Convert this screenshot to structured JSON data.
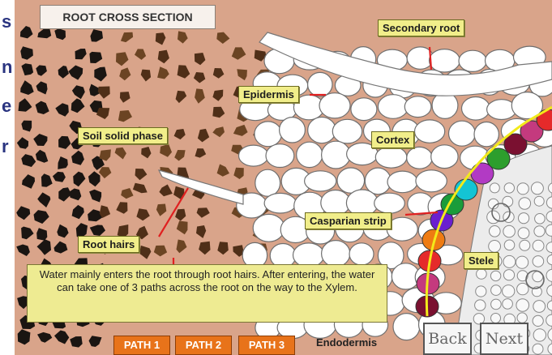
{
  "title": "ROOT CROSS SECTION",
  "labels": {
    "secondary_root": "Secondary root",
    "epidermis": "Epidermis",
    "cortex": "Cortex",
    "soil_solid_phase": "Soil solid phase",
    "casparian_strip": "Casparian strip",
    "root_hairs": "Root hairs",
    "stele": "Stele",
    "endodermis": "Endodermis"
  },
  "info_text": "Water mainly enters the root through root hairs. After entering, the water can take one of 3 paths across the root on the way to the Xylem.",
  "paths": [
    "PATH 1",
    "PATH 2",
    "PATH 3"
  ],
  "nav": {
    "back": "Back",
    "next": "Next"
  },
  "margin_letters": [
    "s",
    "n",
    "e",
    "r"
  ],
  "colors": {
    "soil_background": "#d9a48a",
    "cell_fill": "#ffffff",
    "label_fill": "#f1ee8a",
    "path_button": "#e8731a",
    "pointer_line": "#e02020",
    "strip_line": "#f2ea1a",
    "endodermis_cells": [
      "#7a1030",
      "#c43a7e",
      "#e52a2a",
      "#ee7b12",
      "#6a1fcf",
      "#1a9c3a",
      "#14c4d4",
      "#b23ac4",
      "#2d9e2d"
    ]
  }
}
